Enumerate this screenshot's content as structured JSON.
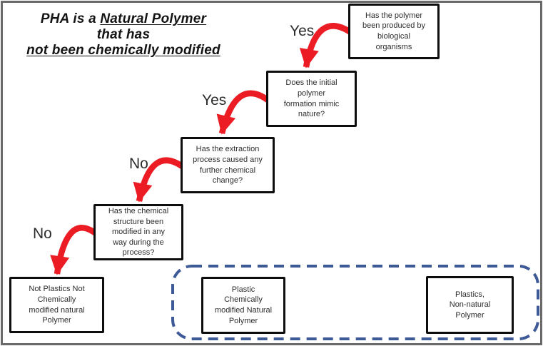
{
  "title": {
    "line1_plain": "PHA is a",
    "line1_underline": "Natural Polymer",
    "line2": "that has",
    "line3_underline": "not been chemically modified"
  },
  "flow": {
    "nodes": [
      {
        "id": "q-produced-by-biological-organisms",
        "text": "Has the polymer\nbeen produced by\nbiological\norganisms"
      },
      {
        "id": "q-formation-mimics-nature",
        "text": "Does the initial\npolymer\nformation mimic\nnature?"
      },
      {
        "id": "q-extraction-chemical-change",
        "text": "Has the extraction\nprocess caused any\nfurther chemical\nchange?"
      },
      {
        "id": "q-structure-modified-during-process",
        "text": "Has the chemical\nstructure been\nmodified in any\nway during the\nprocess?"
      },
      {
        "id": "outcome-not-plastics-natural-polymer",
        "text": "Not Plastics Not\nChemically\nmodified natural\nPolymer"
      },
      {
        "id": "outcome-plastic-chemically-modified",
        "text": "Plastic\nChemically\nmodified Natural\nPolymer"
      },
      {
        "id": "outcome-plastics-non-natural",
        "text": "Plastics,\nNon-natural\nPolymer"
      }
    ],
    "edges": [
      {
        "label": "Yes",
        "from": "q-produced-by-biological-organisms",
        "to": "q-formation-mimics-nature"
      },
      {
        "label": "Yes",
        "from": "q-formation-mimics-nature",
        "to": "q-extraction-chemical-change"
      },
      {
        "label": "No",
        "from": "q-extraction-chemical-change",
        "to": "q-structure-modified-during-process"
      },
      {
        "label": "No",
        "from": "q-structure-modified-during-process",
        "to": "outcome-not-plastics-natural-polymer"
      }
    ]
  },
  "colors": {
    "arrow": "#ec1c24",
    "dash": "#3d5a97",
    "border": "#0d0d0d",
    "frame": "#6a6a6a",
    "text": "#2e2e2e"
  }
}
